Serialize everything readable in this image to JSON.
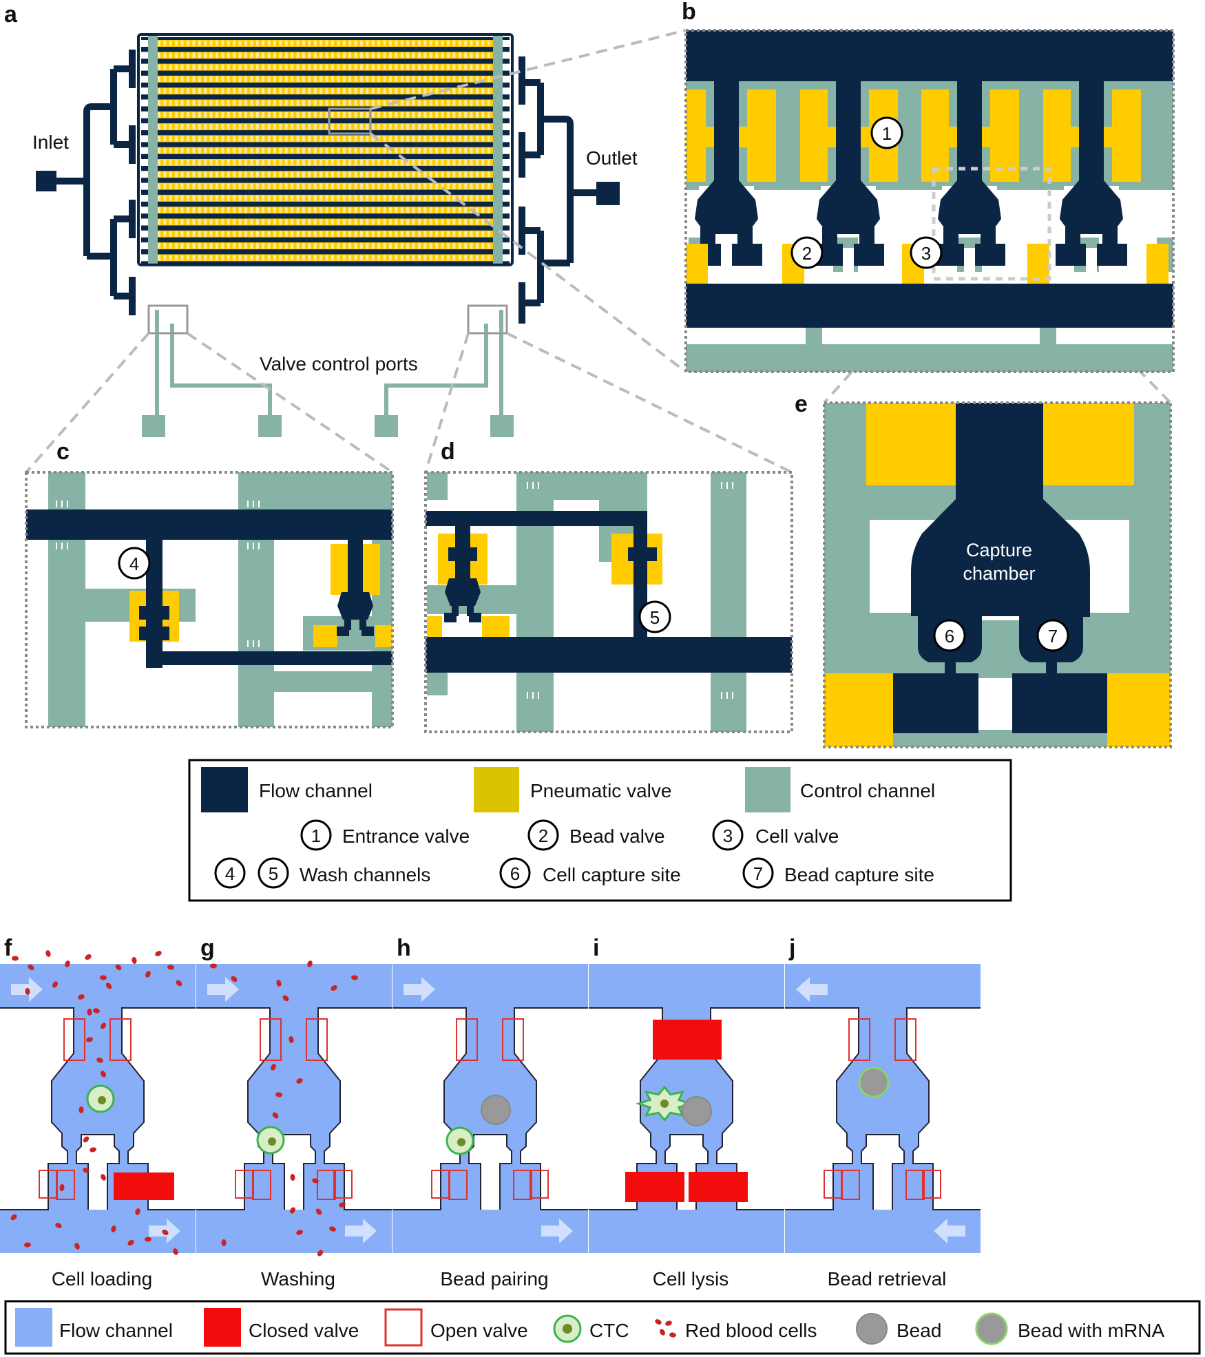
{
  "colors": {
    "flow_channel": "#0b2545",
    "pneumatic_valve": "#ffcc00",
    "control_channel": "#86b3a6",
    "flow_channel_light": "#87aef7",
    "closed_valve": "#f20c0c",
    "open_valve_outline": "#e03030",
    "ctc_fill": "#d9edc9",
    "ctc_outline": "#39b54a",
    "ctc_nucleus": "#6b8e23",
    "rbc": "#cc2222",
    "bead": "#999999",
    "bead_mrna_outline": "#8cd36a",
    "frame_dots": "#888888",
    "zoom_lines": "#bbbbbb"
  },
  "panels": {
    "a": {
      "letter": "a",
      "inlet": "Inlet",
      "outlet": "Outlet",
      "ports": "Valve control ports"
    },
    "b": {
      "letter": "b"
    },
    "c": {
      "letter": "c"
    },
    "d": {
      "letter": "d"
    },
    "e": {
      "letter": "e",
      "chamber_line1": "Capture",
      "chamber_line2": "chamber"
    },
    "f": {
      "letter": "f",
      "caption": "Cell loading"
    },
    "g": {
      "letter": "g",
      "caption": "Washing"
    },
    "h": {
      "letter": "h",
      "caption": "Bead pairing"
    },
    "i": {
      "letter": "i",
      "caption": "Cell lysis"
    },
    "j": {
      "letter": "j",
      "caption": "Bead retrieval"
    }
  },
  "markers": [
    "1",
    "2",
    "3",
    "4",
    "5",
    "6",
    "7"
  ],
  "legend_top": {
    "flow_channel": "Flow channel",
    "pneumatic_valve": "Pneumatic valve",
    "control_channel": "Control channel",
    "entrance_valve": "Entrance valve",
    "bead_valve": "Bead valve",
    "cell_valve": "Cell valve",
    "wash_channels": "Wash channels",
    "cell_capture_site": "Cell capture site",
    "bead_capture_site": "Bead capture site"
  },
  "legend_bottom": {
    "flow_channel": "Flow channel",
    "closed_valve": "Closed valve",
    "open_valve": "Open valve",
    "ctc": "CTC",
    "red_blood_cells": "Red blood cells",
    "bead": "Bead",
    "bead_with_mrna": "Bead with mRNA"
  }
}
